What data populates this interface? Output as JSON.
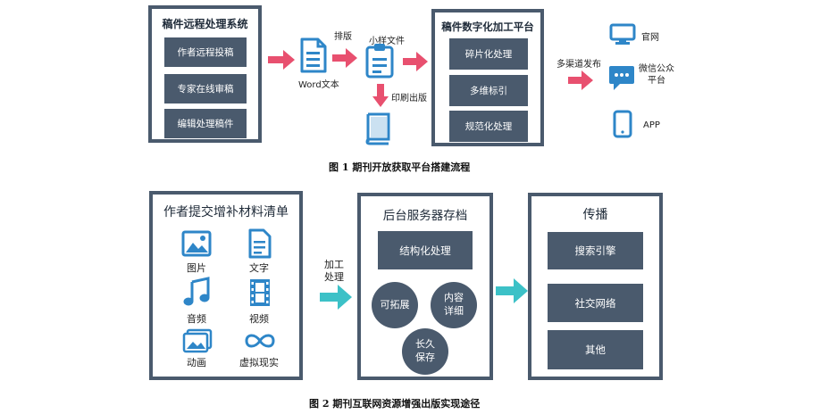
{
  "figure1": {
    "left_panel": {
      "title": "稿件远程处理系统",
      "items": [
        "作者远程投稿",
        "专家在线审稿",
        "编辑处理稿件"
      ]
    },
    "word_label": "Word文本",
    "typeset_label": "排版",
    "xml_label": "小样文件",
    "print_label": "印刷出版",
    "right_panel": {
      "title": "稿件数字化加工平台",
      "items": [
        "碎片化处理",
        "多维标引",
        "规范化处理"
      ]
    },
    "multichannel_label": "多渠道发布",
    "channels": [
      {
        "label": "官网",
        "icon": "monitor-icon"
      },
      {
        "label": "微信公众平台",
        "icon": "chat-bubble-icon"
      },
      {
        "label": "APP",
        "icon": "tablet-icon"
      }
    ],
    "caption": "图 1  期刊开放获取平台搭建流程"
  },
  "figure2": {
    "author_panel": {
      "title": "作者提交增补材料清单",
      "media": [
        {
          "label": "图片",
          "icon": "image-icon"
        },
        {
          "label": "文字",
          "icon": "document-icon"
        },
        {
          "label": "音频",
          "icon": "music-note-icon"
        },
        {
          "label": "视频",
          "icon": "film-icon"
        },
        {
          "label": "动画",
          "icon": "gallery-icon"
        },
        {
          "label": "虚拟现实",
          "icon": "infinity-icon"
        }
      ]
    },
    "process_label_line1": "加工",
    "process_label_line2": "处理",
    "server_panel": {
      "title": "后台服务器存档",
      "top_box": "结构化处理",
      "circles": [
        "可拓展",
        "内容详细",
        "长久保存"
      ]
    },
    "spread_panel": {
      "title": "传播",
      "items": [
        "搜索引擎",
        "社交网络",
        "其他"
      ]
    },
    "caption": "图 2  期刊互联网资源增强出版实现途径"
  },
  "colors": {
    "panel_dark": "#4a5a6d",
    "arrow_pink": "#e8506f",
    "arrow_teal": "#3cc1c7",
    "icon_blue": "#2e86c8"
  }
}
